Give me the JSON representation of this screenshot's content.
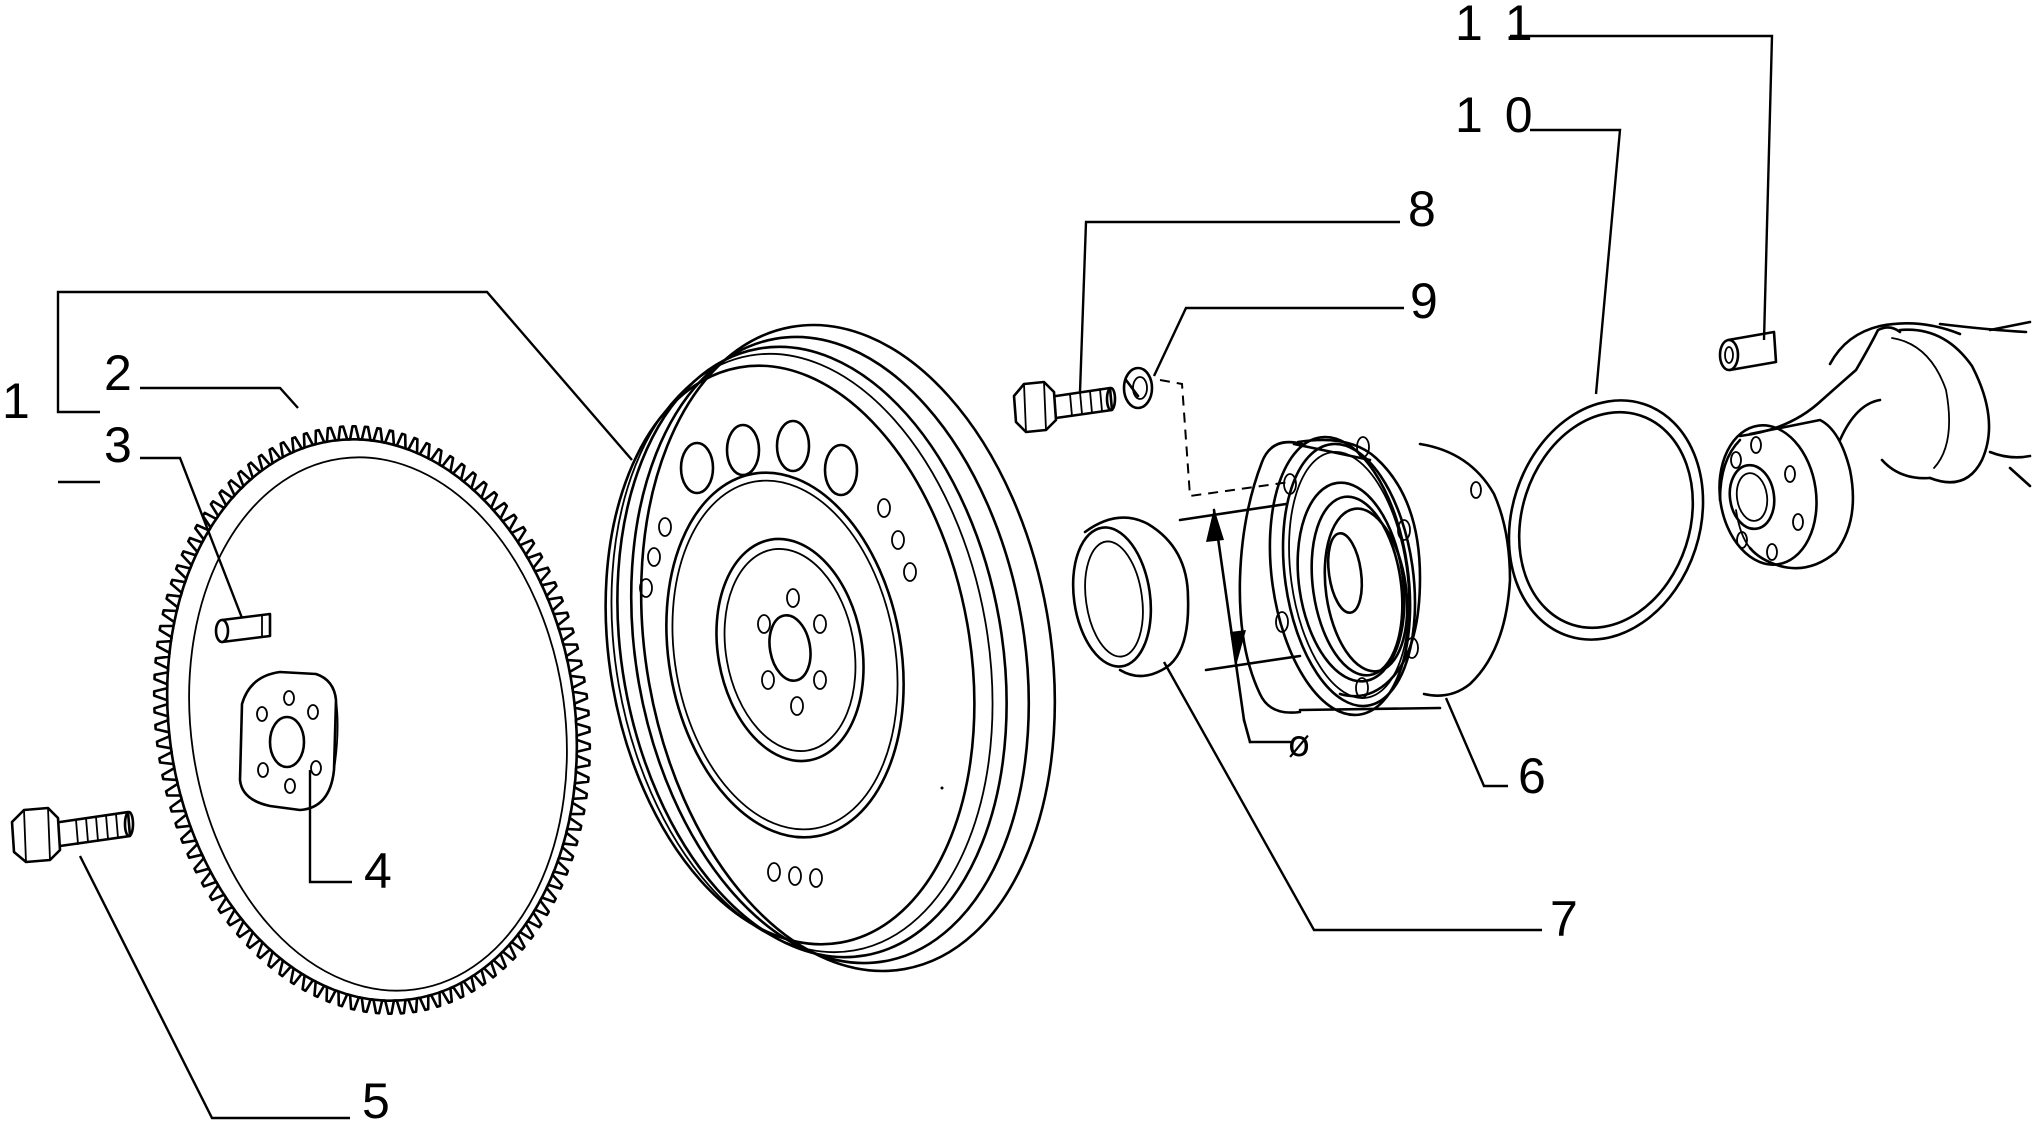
{
  "callouts": {
    "c1": "1",
    "c2": "2",
    "c3": "3",
    "c4": "4",
    "c5": "5",
    "c6": "6",
    "c7": "7",
    "c8": "8",
    "c9": "9",
    "c10": "1 0",
    "c11": "1 1"
  },
  "diameter_symbol": "ø",
  "icons": {
    "ring_gear": "ring-gear-icon",
    "flywheel": "flywheel-icon",
    "bolt": "bolt-icon",
    "washer": "washer-icon",
    "dowel": "dowel-pin-icon",
    "plate": "plate-icon",
    "bushing": "bushing-icon",
    "seal_housing": "seal-housing-icon",
    "o_ring": "o-ring-icon",
    "crankshaft": "crankshaft-icon"
  }
}
